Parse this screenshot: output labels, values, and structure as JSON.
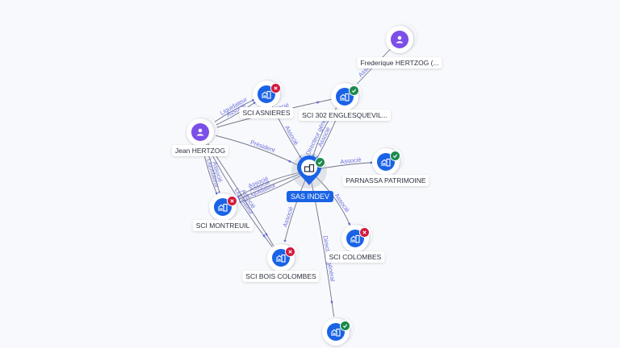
{
  "center": {
    "label": "SAS INDEV",
    "icon": "building-icon",
    "status": "active"
  },
  "nodes": [
    {
      "id": "frederique",
      "label": "Frederique HERTZOG (...",
      "type": "person",
      "status": null
    },
    {
      "id": "asnieres",
      "label": "SCI ASNIERES",
      "type": "company",
      "status": "closed"
    },
    {
      "id": "engle",
      "label": "SCI 302 ENGLESQUEVIL...",
      "type": "company",
      "status": "active"
    },
    {
      "id": "jean",
      "label": "Jean HERTZOG",
      "type": "person",
      "status": null
    },
    {
      "id": "parnassa",
      "label": "PARNASSA PATRIMOINE",
      "type": "company",
      "status": "active"
    },
    {
      "id": "montreuil",
      "label": "SCI MONTREUIL",
      "type": "company",
      "status": "closed"
    },
    {
      "id": "colombes",
      "label": "SCI COLOMBES",
      "type": "company",
      "status": "closed"
    },
    {
      "id": "bois",
      "label": "SCI BOIS COLOMBES",
      "type": "company",
      "status": "closed"
    },
    {
      "id": "bottom",
      "label": "",
      "type": "company",
      "status": "active"
    }
  ],
  "edges": [
    {
      "from": "frederique",
      "to": "engle",
      "label": "Associé"
    },
    {
      "from": "engle",
      "to": "center",
      "label": "Directeur général"
    },
    {
      "from": "engle",
      "to": "center",
      "label": "Associé"
    },
    {
      "from": "asnieres",
      "to": "center",
      "label": "Associé"
    },
    {
      "from": "jean",
      "to": "asnieres",
      "label": "Liquidateur"
    },
    {
      "from": "jean",
      "to": "asnieres",
      "label": "Associé"
    },
    {
      "from": "jean",
      "to": "engle",
      "label": "Associé"
    },
    {
      "from": "jean",
      "to": "center",
      "label": "Président"
    },
    {
      "from": "jean",
      "to": "montreuil",
      "label": "Liquidateur"
    },
    {
      "from": "jean",
      "to": "montreuil",
      "label": "Associé"
    },
    {
      "from": "jean",
      "to": "bois",
      "label": "Liquidateur"
    },
    {
      "from": "jean",
      "to": "bois",
      "label": "Associé"
    },
    {
      "from": "center",
      "to": "montreuil",
      "label": "Liquidateur"
    },
    {
      "from": "center",
      "to": "montreuil",
      "label": "Associé"
    },
    {
      "from": "center",
      "to": "montreuil",
      "label": "Associé"
    },
    {
      "from": "center",
      "to": "parnassa",
      "label": "Associé"
    },
    {
      "from": "center",
      "to": "colombes",
      "label": "Associé"
    },
    {
      "from": "center",
      "to": "bois",
      "label": "Associé"
    },
    {
      "from": "center",
      "to": "bottom",
      "label": "Directeur général"
    }
  ],
  "colors": {
    "company": "#1a63e6",
    "person": "#7c4fe8",
    "active_badge": "#1b8a4c",
    "closed_badge": "#d3193d",
    "edge_label": "#6a6fe0"
  }
}
